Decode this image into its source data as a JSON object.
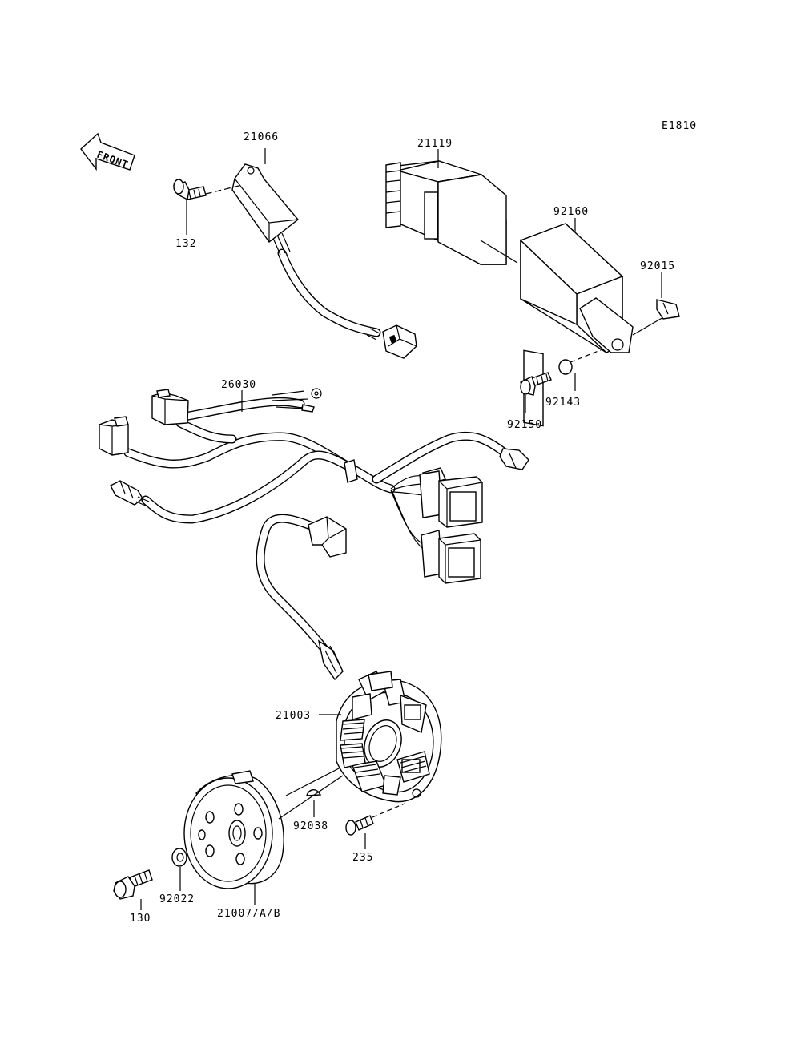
{
  "diagram_code": "E1810",
  "front_marker": "FRONT",
  "parts": [
    {
      "number": "21066"
    },
    {
      "number": "132"
    },
    {
      "number": "21119"
    },
    {
      "number": "92160"
    },
    {
      "number": "92015"
    },
    {
      "number": "92143"
    },
    {
      "number": "92150"
    },
    {
      "number": "26030"
    },
    {
      "number": "21003"
    },
    {
      "number": "92038"
    },
    {
      "number": "235"
    },
    {
      "number": "130"
    },
    {
      "number": "92022"
    },
    {
      "number": "21007/A/B"
    }
  ]
}
